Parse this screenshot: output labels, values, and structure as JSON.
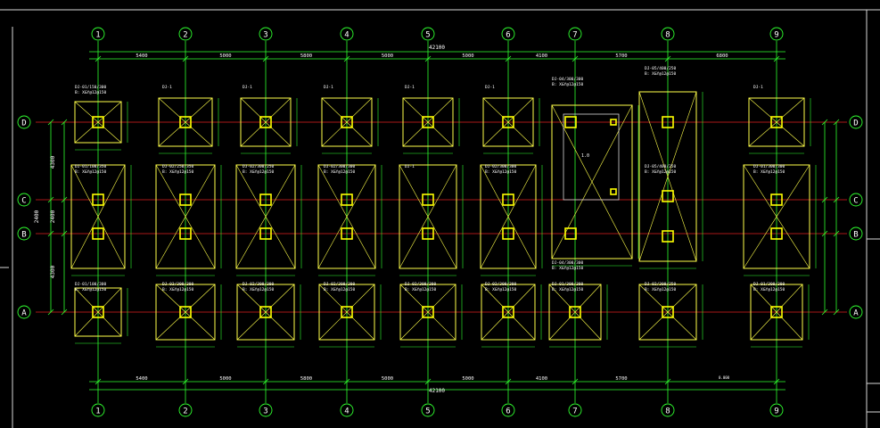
{
  "drawing": {
    "colors": {
      "background": "#000000",
      "axis_line": "#e02020",
      "dimension": "#2fff2f",
      "footing": "#ffff4a",
      "column": "#ffff00",
      "frame": "#d8d8d8",
      "text": "#ffffff"
    },
    "grid_columns": [
      {
        "label": "1"
      },
      {
        "label": "2"
      },
      {
        "label": "3"
      },
      {
        "label": "4"
      },
      {
        "label": "5"
      },
      {
        "label": "6"
      },
      {
        "label": "7"
      },
      {
        "label": "8"
      },
      {
        "label": "9"
      }
    ],
    "grid_rows": [
      {
        "label": "D"
      },
      {
        "label": "C"
      },
      {
        "label": "B"
      },
      {
        "label": "A"
      }
    ],
    "top_total": "42100",
    "bottom_total": "42100",
    "top_spacings": [
      "5400",
      "5000",
      "5800",
      "5000",
      "5000",
      "4100",
      "5700",
      "6800"
    ],
    "bottom_spacings": [
      "5400",
      "5000",
      "5800",
      "5000",
      "5000",
      "4100",
      "5700",
      ""
    ],
    "left_dims": {
      "upper": "4300",
      "middle": "2400",
      "lower": "4300",
      "total": "2400"
    },
    "footing_tags": {
      "row_d": [
        "DJ-01/150/300",
        "DJ-1",
        "DJ-1",
        "DJ-1",
        "DJ-1",
        "DJ-1",
        "DJ-04/300/300",
        "DJ-05/400/250",
        "DJ-1"
      ],
      "row_cb": [
        "DJ-01/100/350",
        "DJ-02/250/350",
        "DJ-02/300/250",
        "DJ-02/300/300",
        "DJ-1",
        "DJ-02/300/300",
        "DJ-04/300/300",
        "DJ-05/400/250",
        "DJ-01/300/300"
      ],
      "row_a": [
        "DJ-01/100/300",
        "DJ-03/300/300",
        "DJ-02/300/300",
        "DJ-02/300/300",
        "DJ-02/300/300",
        "DJ-02/300/300",
        "DJ-01/300/300",
        "DJ-02/300/250",
        "DJ-01/300/300"
      ],
      "reinf_line": "B: X&Y@12@150"
    },
    "notes": {
      "mid_label": "1.0",
      "bottom_right_mark": "0.000"
    }
  }
}
